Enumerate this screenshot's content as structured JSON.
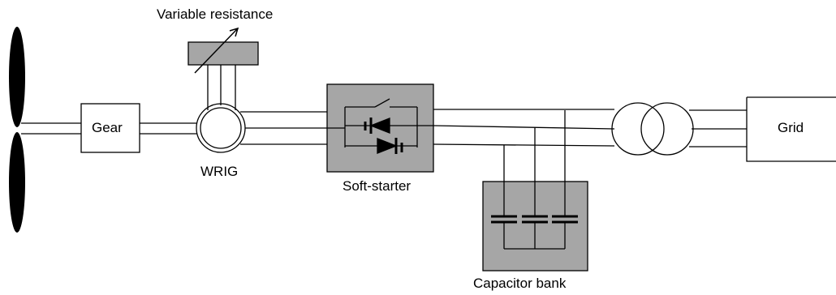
{
  "labels": {
    "variable_resistance": "Variable resistance",
    "gear": "Gear",
    "wrig": "WRIG",
    "soft_starter": "Soft-starter",
    "capacitor_bank": "Capacitor bank",
    "grid": "Grid"
  },
  "colors": {
    "line": "#000000",
    "box_fill": "#a6a6a6",
    "blade": "#000000",
    "background": "#ffffff"
  }
}
